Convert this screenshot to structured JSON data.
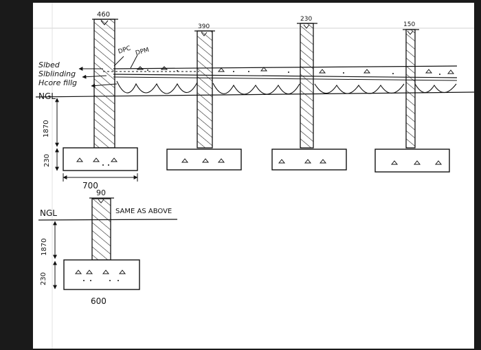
{
  "colors": {
    "page_background": "#1a1a1a",
    "paper": "#ffffff",
    "ink": "#111111",
    "rule": "#c9c9c9"
  },
  "top_section": {
    "wall_widths": [
      "460",
      "390",
      "230",
      "150"
    ],
    "floor_labels": {
      "slab_bed": "Slbed",
      "slab_blinding": "Slblinding",
      "hardcore_filling": "Hcore fillg",
      "ngl": "NGL"
    },
    "dpc": "DPC",
    "dpm": "DPM",
    "depth_below_ngl": "1870",
    "footing_thickness": "230",
    "footing_width": "700"
  },
  "bottom_section": {
    "wall_width": "90",
    "ngl": "NGL",
    "note": "SAME AS ABOVE",
    "depth_below_ngl": "1870",
    "footing_thickness": "230",
    "footing_width": "600"
  }
}
